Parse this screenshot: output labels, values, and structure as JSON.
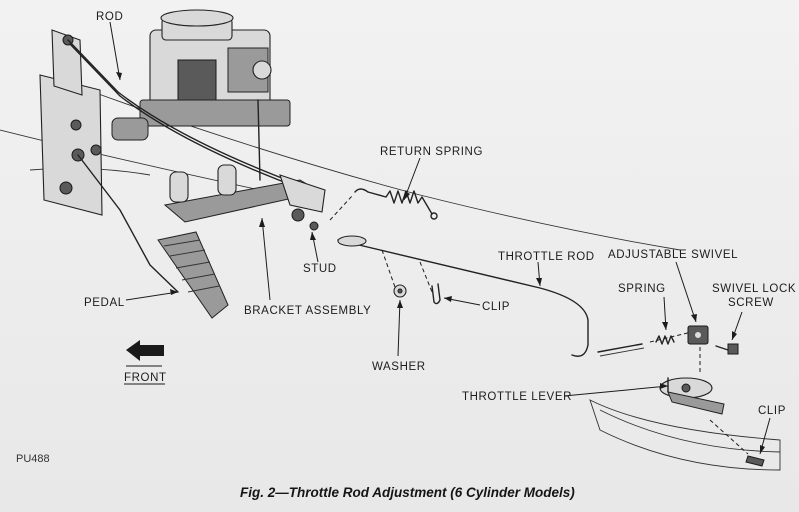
{
  "labels": {
    "rod": "ROD",
    "return_spring": "RETURN SPRING",
    "stud": "STUD",
    "throttle_rod": "THROTTLE ROD",
    "adjustable_swivel": "ADJUSTABLE SWIVEL",
    "spring": "SPRING",
    "swivel_lock_screw_line1": "SWIVEL LOCK",
    "swivel_lock_screw_line2": "SCREW",
    "pedal": "PEDAL",
    "bracket_assembly": "BRACKET ASSEMBLY",
    "clip_upper": "CLIP",
    "washer": "WASHER",
    "throttle_lever": "THROTTLE LEVER",
    "clip_lower": "CLIP",
    "front": "FRONT"
  },
  "figure_code": "PU488",
  "caption": "Fig. 2—Throttle Rod Adjustment (6 Cylinder Models)",
  "colors": {
    "ink": "#1c1c1c",
    "paper": "#ededed"
  }
}
